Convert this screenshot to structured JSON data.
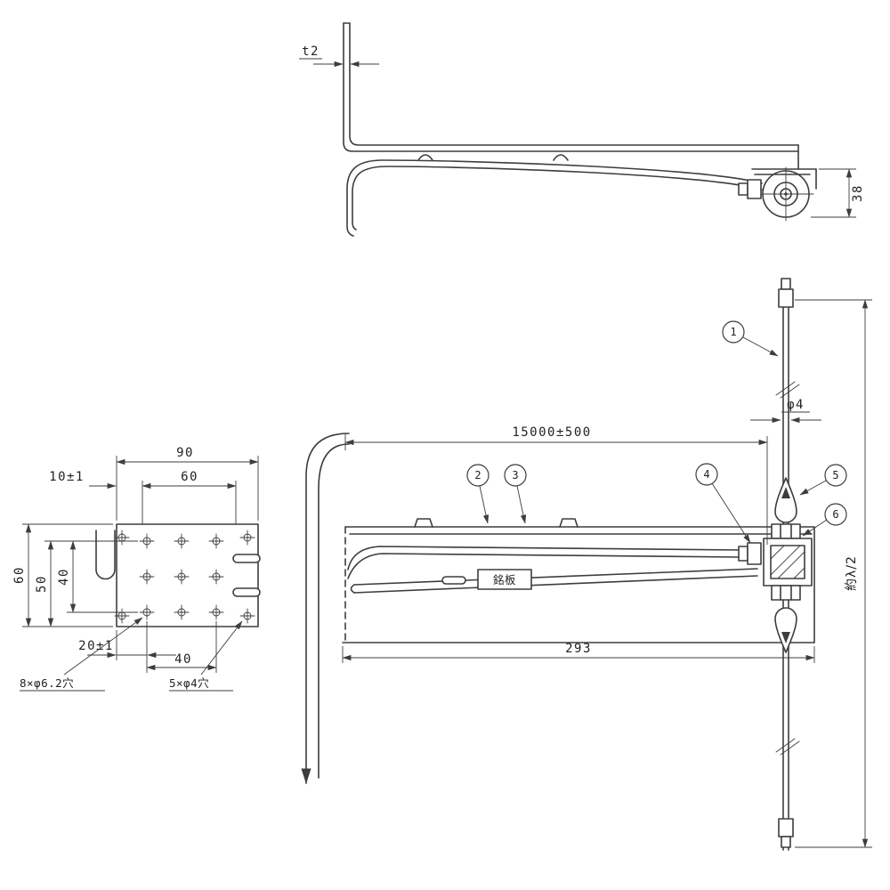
{
  "drawing": {
    "line_color": "#3d3d3d",
    "side_view": {
      "thickness_label": "t2",
      "height_label": "38"
    },
    "plate_view": {
      "width_label": "90",
      "hole_span_h_label": "60",
      "margin_label": "10±1",
      "height_label": "60",
      "edge_to_row_label": "50",
      "row_span_label": "40",
      "bottom_margin_label": "20±1",
      "col_span_label": "40",
      "note_large_holes": "8×φ6.2穴",
      "note_small_holes": "5×φ4穴"
    },
    "assembly_view": {
      "cable_length_label": "15000±500",
      "wire_dia_label": "φ4",
      "body_width_label": "293",
      "half_wavelength_label": "約λ/2",
      "nameplate_label": "銘板",
      "balloons": [
        "1",
        "2",
        "3",
        "4",
        "5",
        "6"
      ]
    }
  }
}
